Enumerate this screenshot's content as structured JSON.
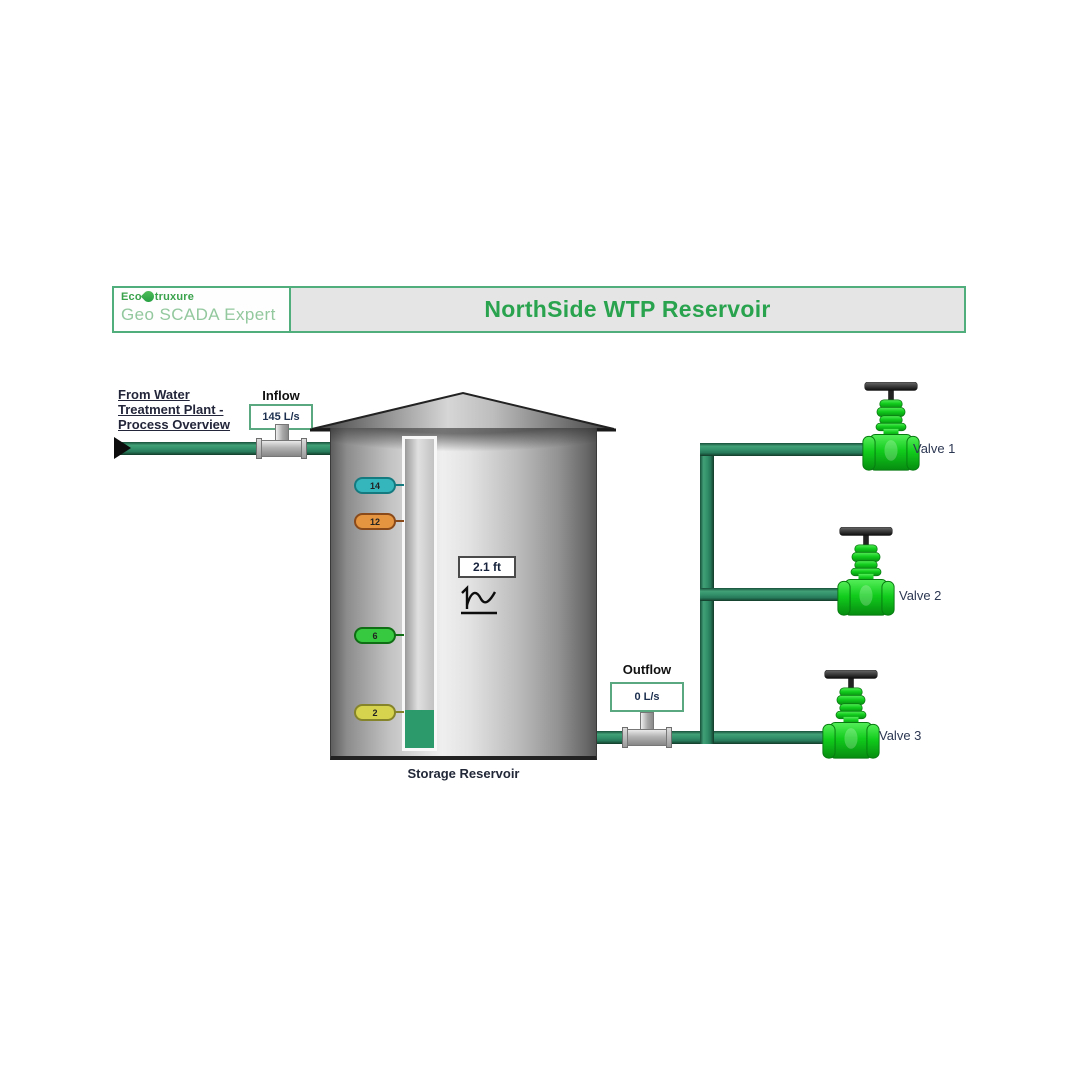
{
  "header": {
    "brand": {
      "prefix": "Eco",
      "suffix": "truxure",
      "product": "Geo SCADA Expert"
    },
    "title": "NorthSide WTP Reservoir"
  },
  "link": {
    "text": "From Water Treatment Plant - Process Overview",
    "lines": [
      "From Water",
      "Treatment Plant -",
      "Process Overview"
    ]
  },
  "inflow": {
    "label": "Inflow",
    "value": "145 L/s"
  },
  "outflow": {
    "label": "Outflow",
    "value": "0 L/s"
  },
  "tank": {
    "caption": "Storage Reservoir",
    "level": "2.1 ft",
    "fill_color": "#2d9a6c",
    "markers": [
      {
        "value": "14",
        "color": "#35b6bd",
        "line_color": "#157a80"
      },
      {
        "value": "12",
        "color": "#e5953f",
        "line_color": "#8a4a1a"
      },
      {
        "value": "6",
        "color": "#37c93f",
        "line_color": "#0f6d14"
      },
      {
        "value": "2",
        "color": "#d6d44e",
        "line_color": "#86842a"
      }
    ]
  },
  "valves": [
    {
      "label": "Valve 1"
    },
    {
      "label": "Valve 2"
    },
    {
      "label": "Valve 3"
    }
  ],
  "colors": {
    "accent_green": "#4fae7c",
    "title_green": "#2aa34f",
    "pipe_green": "#33916a",
    "valve_green": "#12cf1e",
    "header_fill": "#e4e5e4"
  }
}
